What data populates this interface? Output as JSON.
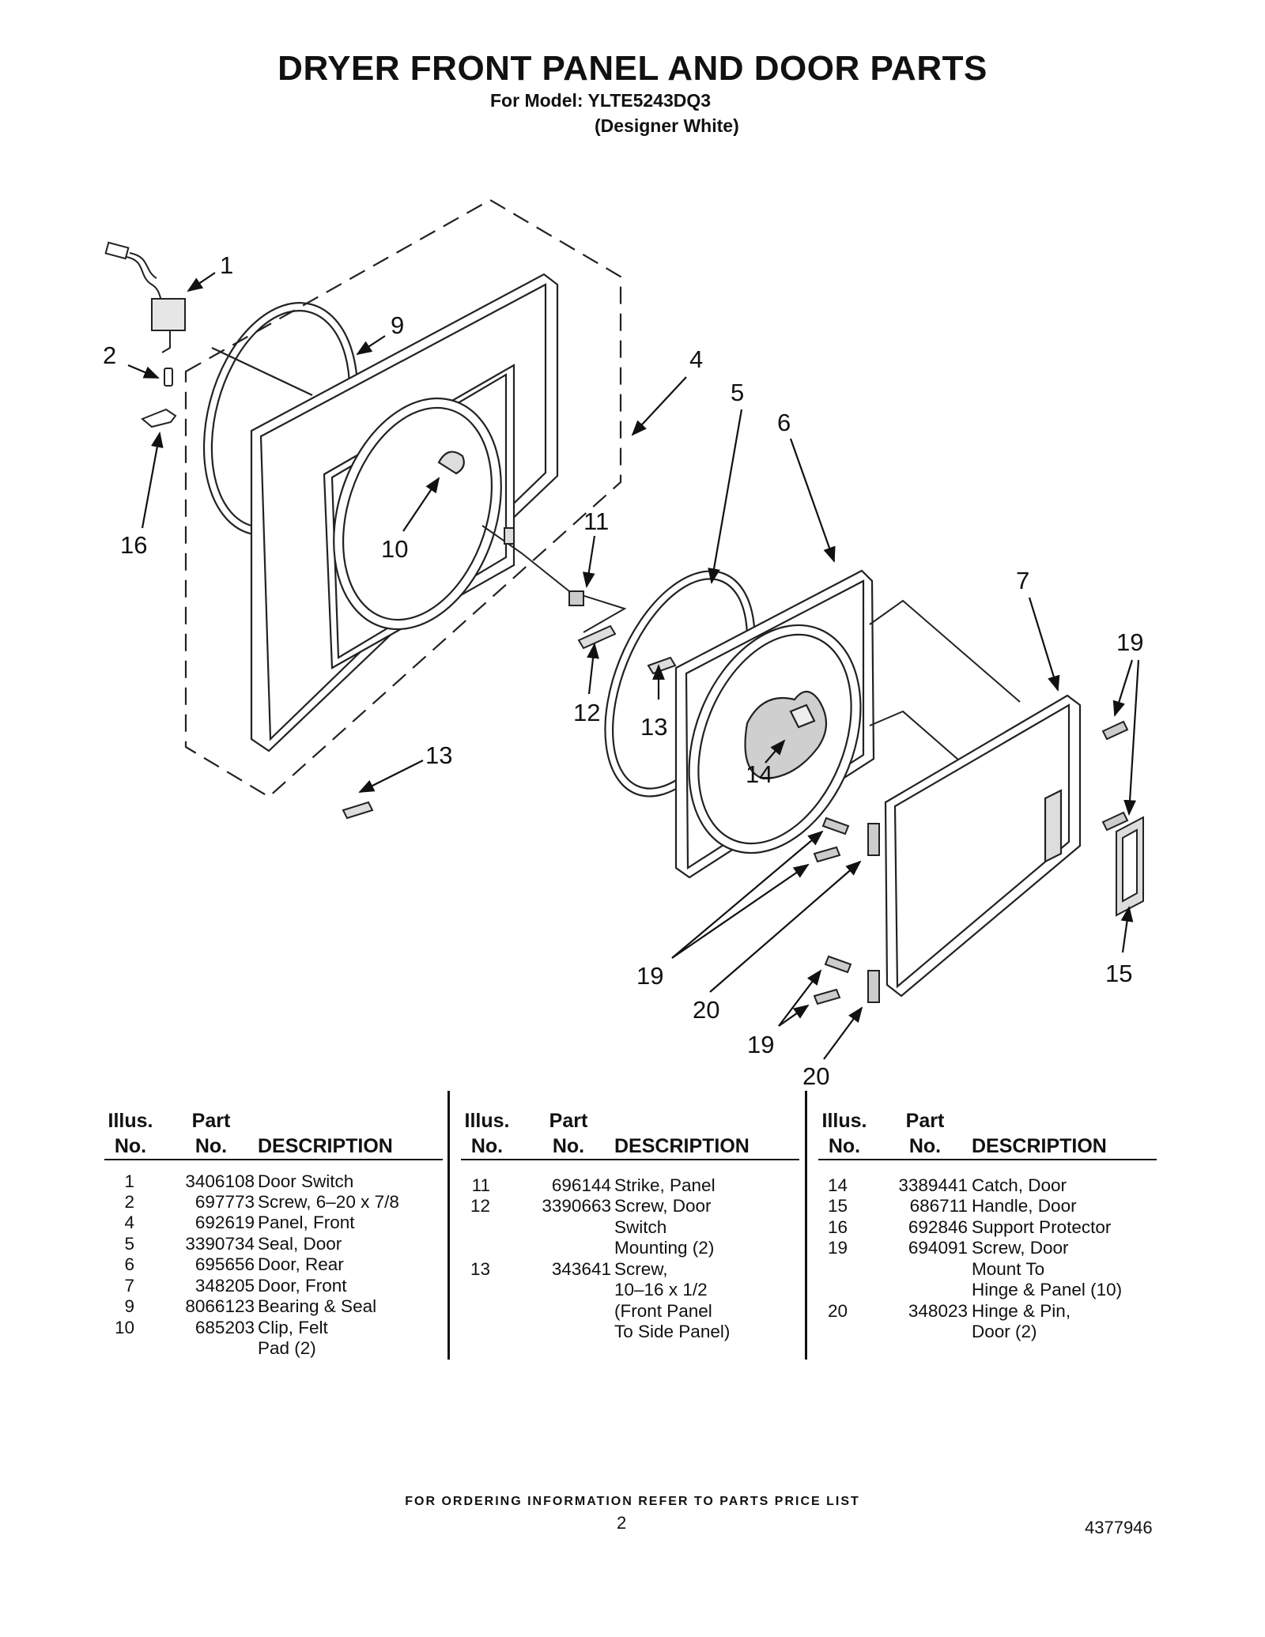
{
  "header": {
    "title": "DRYER FRONT PANEL AND DOOR PARTS",
    "model_line": "For Model: YLTE5243DQ3",
    "color_line": "(Designer White)"
  },
  "diagram": {
    "callouts": [
      "1",
      "2",
      "9",
      "4",
      "5",
      "6",
      "16",
      "10",
      "11",
      "7",
      "19",
      "12",
      "13",
      "13",
      "14",
      "19",
      "15",
      "20",
      "19",
      "20"
    ]
  },
  "table_headers": {
    "illus_top": "Illus.",
    "illus_bottom": "No.",
    "part_top": "Part",
    "part_bottom": "No.",
    "description": "DESCRIPTION"
  },
  "parts": [
    [
      {
        "no": "1",
        "part": "3406108",
        "desc": [
          "Door Switch"
        ]
      },
      {
        "no": "2",
        "part": "697773",
        "desc": [
          "Screw, 6–20 x 7/8"
        ]
      },
      {
        "no": "4",
        "part": "692619",
        "desc": [
          "Panel, Front"
        ]
      },
      {
        "no": "5",
        "part": "3390734",
        "desc": [
          "Seal, Door"
        ]
      },
      {
        "no": "6",
        "part": "695656",
        "desc": [
          "Door, Rear"
        ]
      },
      {
        "no": "7",
        "part": "348205",
        "desc": [
          "Door, Front"
        ]
      },
      {
        "no": "9",
        "part": "8066123",
        "desc": [
          "Bearing & Seal"
        ]
      },
      {
        "no": "10",
        "part": "685203",
        "desc": [
          "Clip, Felt",
          "Pad (2)"
        ]
      }
    ],
    [
      {
        "no": "11",
        "part": "696144",
        "desc": [
          "Strike, Panel"
        ]
      },
      {
        "no": "12",
        "part": "3390663",
        "desc": [
          "Screw, Door",
          "Switch",
          "Mounting (2)"
        ]
      },
      {
        "no": "13",
        "part": "343641",
        "desc": [
          "Screw,",
          "10–16 x 1/2",
          "(Front Panel",
          "To Side Panel)"
        ]
      }
    ],
    [
      {
        "no": "14",
        "part": "3389441",
        "desc": [
          "Catch, Door"
        ]
      },
      {
        "no": "15",
        "part": "686711",
        "desc": [
          "Handle, Door"
        ]
      },
      {
        "no": "16",
        "part": "692846",
        "desc": [
          "Support Protector"
        ]
      },
      {
        "no": "19",
        "part": "694091",
        "desc": [
          "Screw, Door",
          "Mount To",
          "Hinge & Panel (10)"
        ]
      },
      {
        "no": "20",
        "part": "348023",
        "desc": [
          "Hinge & Pin,",
          "Door (2)"
        ]
      }
    ]
  ],
  "footer": {
    "ordering_note": "FOR ORDERING INFORMATION REFER TO PARTS PRICE LIST",
    "page_number": "2",
    "document_number": "4377946"
  }
}
